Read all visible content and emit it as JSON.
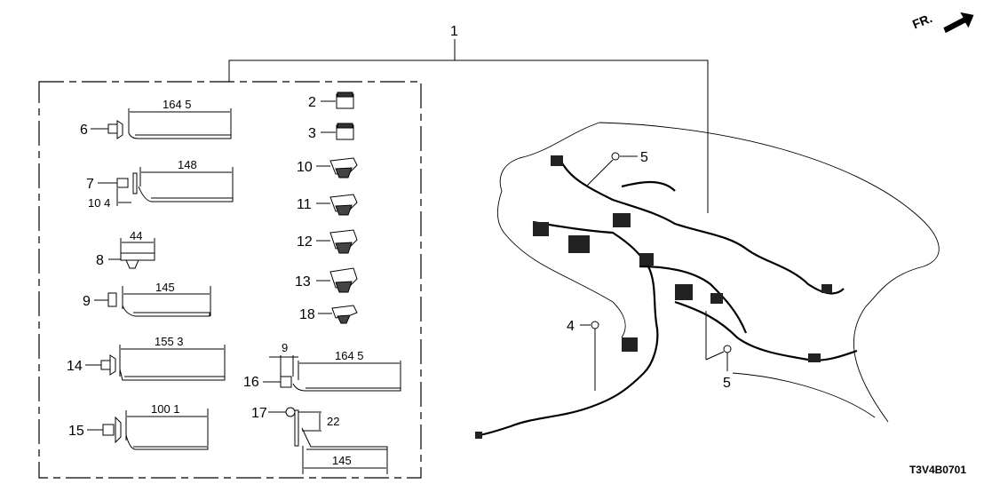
{
  "diagram": {
    "main_callout": "1",
    "direction_label": "FR.",
    "diagram_code": "T3V4B0701",
    "parts_left": [
      {
        "id": "6",
        "dims": [
          "164 5"
        ]
      },
      {
        "id": "7",
        "dims": [
          "148",
          "10 4"
        ]
      },
      {
        "id": "8",
        "dims": [
          "44"
        ]
      },
      {
        "id": "9",
        "dims": [
          "145"
        ]
      },
      {
        "id": "14",
        "dims": [
          "155 3"
        ]
      },
      {
        "id": "15",
        "dims": [
          "100 1"
        ]
      },
      {
        "id": "16",
        "dims": [
          "9",
          "164 5"
        ]
      },
      {
        "id": "17",
        "dims": [
          "22",
          "145"
        ]
      }
    ],
    "parts_column": [
      "2",
      "3",
      "10",
      "11",
      "12",
      "13",
      "18"
    ],
    "harness_callouts": [
      "5",
      "4",
      "5"
    ]
  }
}
